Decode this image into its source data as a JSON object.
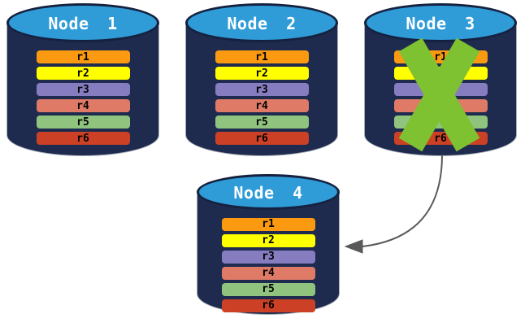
{
  "nodes": [
    {
      "id": "node-1",
      "title": "Node 1",
      "failed": false
    },
    {
      "id": "node-2",
      "title": "Node 2",
      "failed": false
    },
    {
      "id": "node-3",
      "title": "Node 3",
      "failed": true
    },
    {
      "id": "node-4",
      "title": "Node 4",
      "failed": false
    }
  ],
  "partitions": [
    {
      "label": "r1",
      "color": "#FB9A10"
    },
    {
      "label": "r2",
      "color": "#FFFF00"
    },
    {
      "label": "r3",
      "color": "#867CC0"
    },
    {
      "label": "r4",
      "color": "#DE7A66"
    },
    {
      "label": "r5",
      "color": "#90C47E"
    },
    {
      "label": "r6",
      "color": "#CC4126"
    }
  ],
  "arrow": {
    "from_node": "Node 3",
    "to_node": "Node 4"
  },
  "icons": {
    "failure": "x-cross-icon",
    "transfer": "curved-arrow-icon"
  },
  "colors": {
    "background": "#FFFFFF",
    "cylinder_body": "#1E2B4E",
    "cylinder_top": "#2F9CD8",
    "cylinder_outline": "#15213F",
    "edge_highlight": "#A8AEB9",
    "fail_cross": "#7EC131",
    "arrow": "#595959",
    "title_text": "#FFFFFF",
    "partition_label_text": "#000000"
  }
}
